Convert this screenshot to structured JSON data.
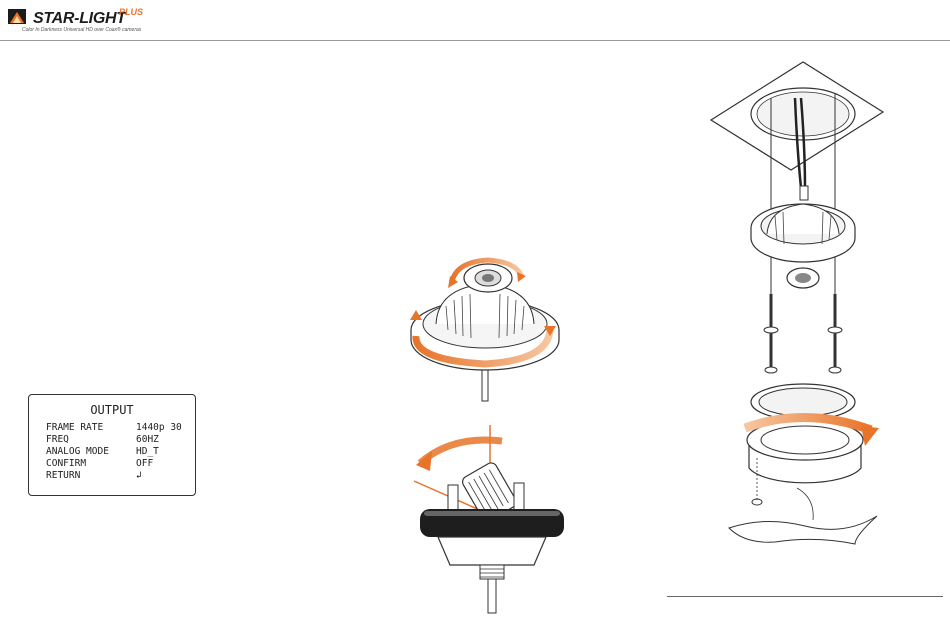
{
  "header": {
    "brand": "STAR-LIGHT",
    "brand_plus": "PLUS",
    "tagline": "Color In Darkness Universal HD over Coax® cameras",
    "logo_colors": {
      "accent": "#e8742a",
      "dark": "#1c1c1c"
    }
  },
  "osd_menu": {
    "title": "OUTPUT",
    "rows": [
      {
        "label": "FRAME RATE",
        "value": "1440p 30"
      },
      {
        "label": "FREQ",
        "value": "60HZ"
      },
      {
        "label": "ANALOG MODE",
        "value": "HD_T"
      },
      {
        "label": "CONFIRM",
        "value": "OFF"
      },
      {
        "label": "RETURN",
        "value": "↲"
      }
    ]
  },
  "illustrations": {
    "rotate": "dome-camera-rotation-icon",
    "tilt": "dome-camera-tilt-icon",
    "mount": "ceiling-mount-exploded-icon"
  },
  "colors": {
    "arrow": "#e8742a",
    "line": "#333333"
  }
}
